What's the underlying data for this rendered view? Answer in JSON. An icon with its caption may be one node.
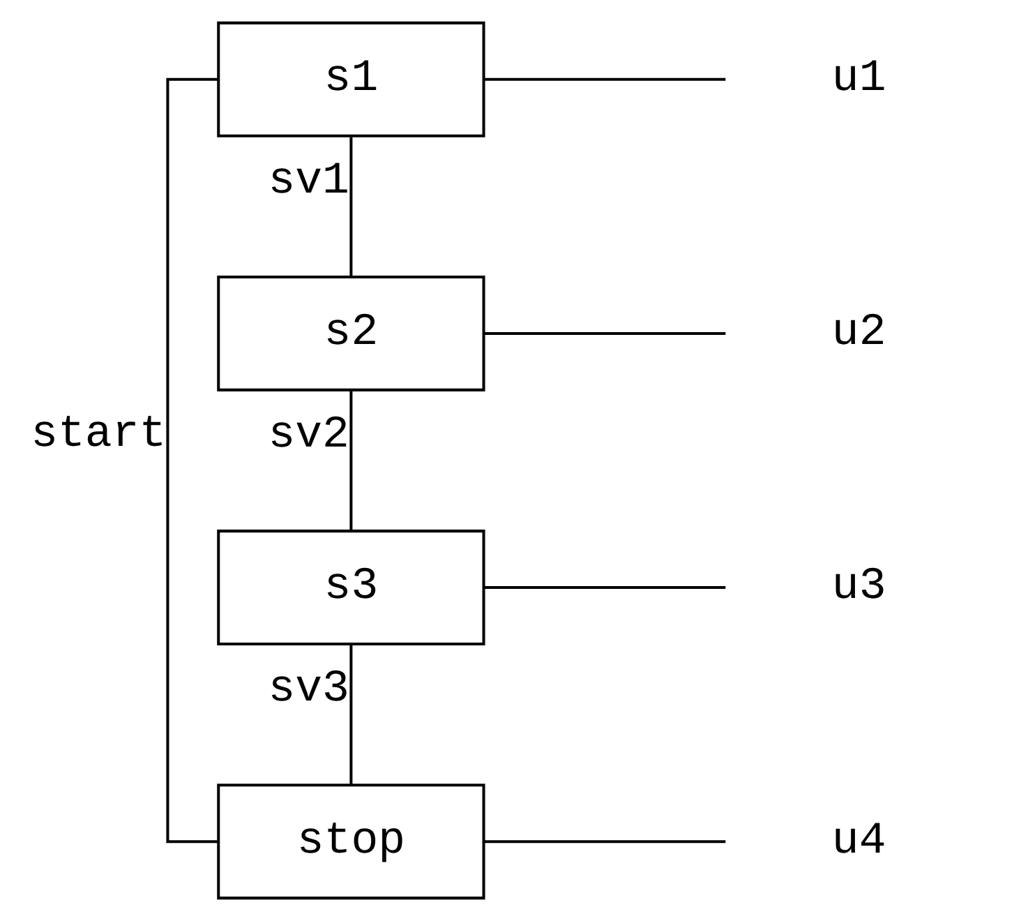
{
  "diagram": {
    "nodes": [
      {
        "text": [
          "s1"
        ]
      },
      {
        "text": [
          "s2"
        ]
      },
      {
        "text": [
          "s3"
        ]
      },
      {
        "text": [
          "stop"
        ]
      },
      {
        "text": [
          "u1"
        ]
      },
      {
        "text": [
          "u2"
        ]
      },
      {
        "text": [
          "u3"
        ]
      },
      {
        "text": [
          "u4"
        ]
      }
    ],
    "edges": [
      {
        "from": 3,
        "to": 0,
        "label": "start",
        "arrow": "none"
      },
      {
        "from": 0,
        "to": 1,
        "label": "sv1",
        "arrow": "none"
      },
      {
        "from": 1,
        "to": 2,
        "label": "sv2",
        "arrow": "none"
      },
      {
        "from": 2,
        "to": 3,
        "label": "sv3",
        "arrow": "none"
      },
      {
        "from": 0,
        "to": 4,
        "arrow": "none"
      },
      {
        "from": 1,
        "to": 5,
        "arrow": "none"
      },
      {
        "from": 2,
        "to": 6,
        "arrow": "none"
      },
      {
        "from": 3,
        "to": 7,
        "arrow": "none"
      }
    ]
  }
}
